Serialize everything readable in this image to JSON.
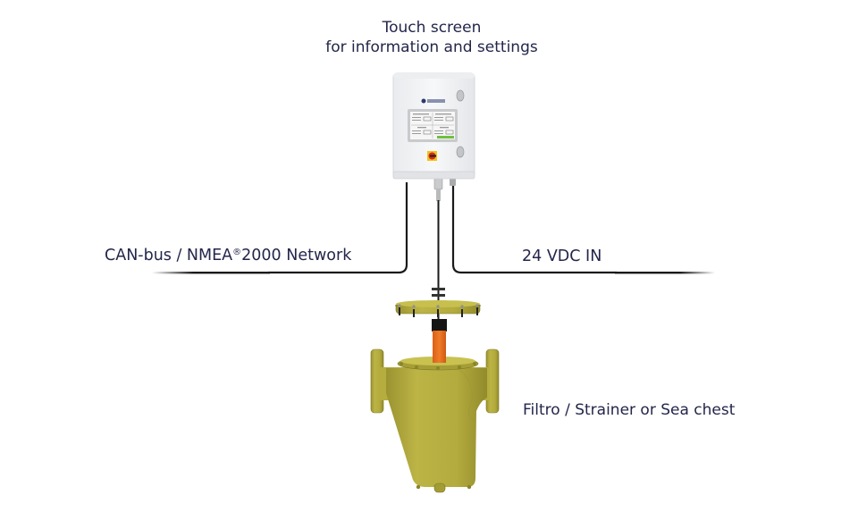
{
  "labels": {
    "touch_screen_line1": "Touch screen",
    "touch_screen_line2": "for information and settings",
    "can_bus_prefix": "CAN-bus / NMEA",
    "can_bus_registered": "®",
    "can_bus_suffix": "2000 Network",
    "power_in": "24 VDC IN",
    "filter": "Filtro / Strainer or Sea chest"
  },
  "components": {
    "control_box": {
      "type": "enclosure-with-touchscreen",
      "has_red_switch": true,
      "screen_panels": 4
    },
    "strainer": {
      "type": "strainer-body",
      "color": "#b4ad3c"
    },
    "sensor_probe": {
      "type": "probe",
      "color": "#e8711f"
    },
    "cables": [
      "can-bus-cable",
      "sensor-cable",
      "power-cable"
    ]
  },
  "colors": {
    "text": "#23264a",
    "cable": "#1a1a1a",
    "enclosure": "#f3f4f6",
    "strainer": "#b4ad3c",
    "probe": "#e8711f",
    "screen_green": "#6fbf3f",
    "switch_red": "#d42a1e",
    "switch_yellow": "#f2c21a"
  }
}
